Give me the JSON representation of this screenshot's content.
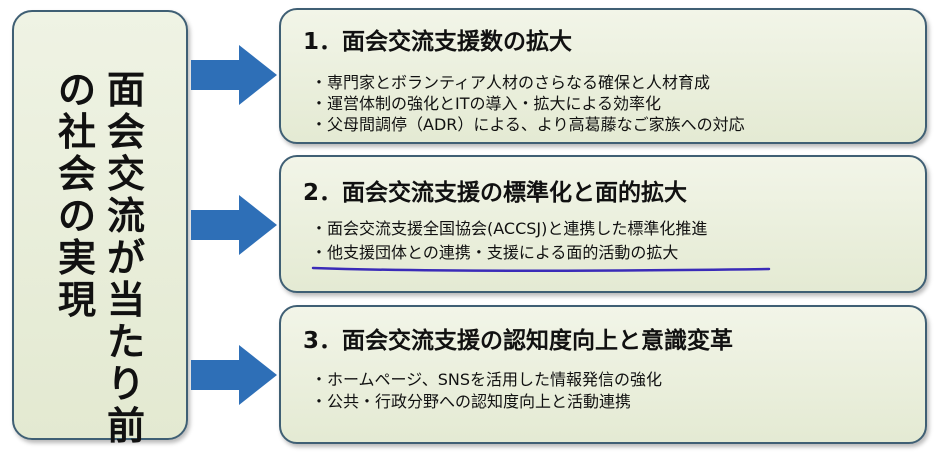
{
  "center_label": {
    "col1": [
      "面",
      "会",
      "交",
      "流",
      "が",
      "当",
      "た",
      "り",
      "前"
    ],
    "col2": [
      "の",
      "社",
      "会",
      "の",
      "実",
      "現"
    ]
  },
  "boxes": [
    {
      "title": "1．面会交流支援数の拡大",
      "items": [
        "・専門家とボランティア人材のさらなる確保と人材育成",
        "・運営体制の強化とITの導入・拡大による効率化",
        "・父母間調停（ADR）による、より高葛藤なご家族への対応"
      ]
    },
    {
      "title": "2．面会交流支援の標準化と面的拡大",
      "items": [
        "・面会交流支援全国協会(ACCSJ)と連携した標準化推進",
        "・他支援団体との連携・支援による面的活動の拡大"
      ]
    },
    {
      "title": "3．面会交流支援の認知度向上と意識変革",
      "items": [
        "・ホームページ、SNSを活用した情報発信の強化",
        "・公共・行政分野への認知度向上と活動連携"
      ]
    }
  ],
  "colors": {
    "box_border": "#3f5f74",
    "box_fill": "#e4ead3",
    "arrow_fill": "#2e6fb7",
    "underline": "#3a2bb8"
  }
}
